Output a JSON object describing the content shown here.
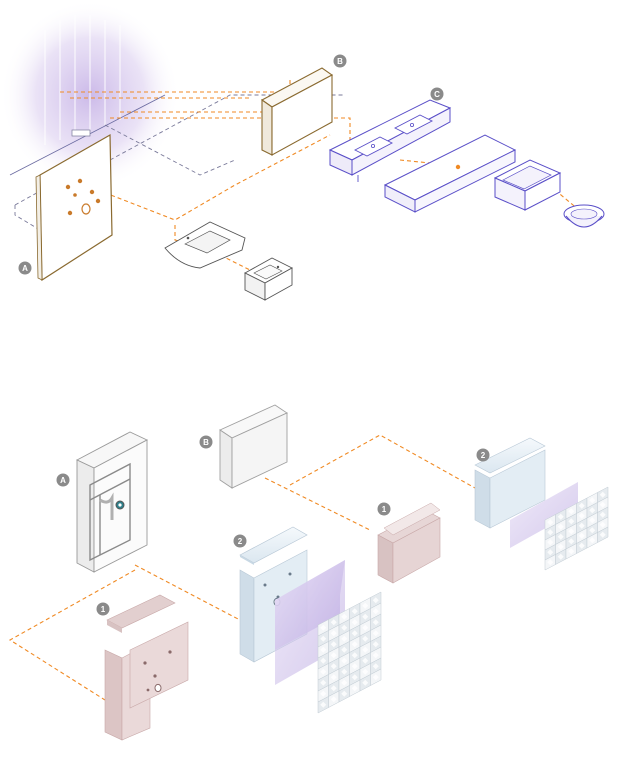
{
  "top_diagram": {
    "badges": {
      "a": "A",
      "b": "B",
      "c": "C"
    }
  },
  "bottom_diagram": {
    "badges": {
      "a": "A",
      "b": "B",
      "one_left": "1",
      "two_mid": "2",
      "one_right": "1",
      "two_right": "2"
    }
  },
  "colors": {
    "badge": "#8a8a8a",
    "guide_line": "#f08a24",
    "frame_line": "#7a5a2a",
    "vanity_line": "#5a4fc8",
    "glow": "#c8b6e8",
    "panel_pink": "#e8d6d6",
    "panel_blue": "#dfe9f1"
  }
}
